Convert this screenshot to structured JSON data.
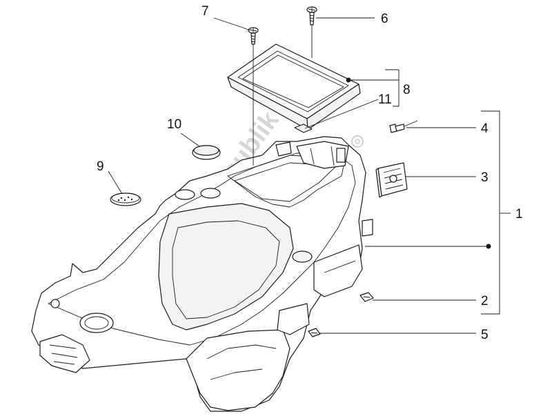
{
  "watermark": "PartsRepublik",
  "callouts": {
    "c1": "1",
    "c2": "2",
    "c3": "3",
    "c4": "4",
    "c5": "5",
    "c6": "6",
    "c7": "7",
    "c8": "8",
    "c9": "9",
    "c10": "10",
    "c11": "11"
  },
  "colors": {
    "line": "#1a1a1a",
    "watermark": "#d6d6d6",
    "background": "#ffffff"
  }
}
